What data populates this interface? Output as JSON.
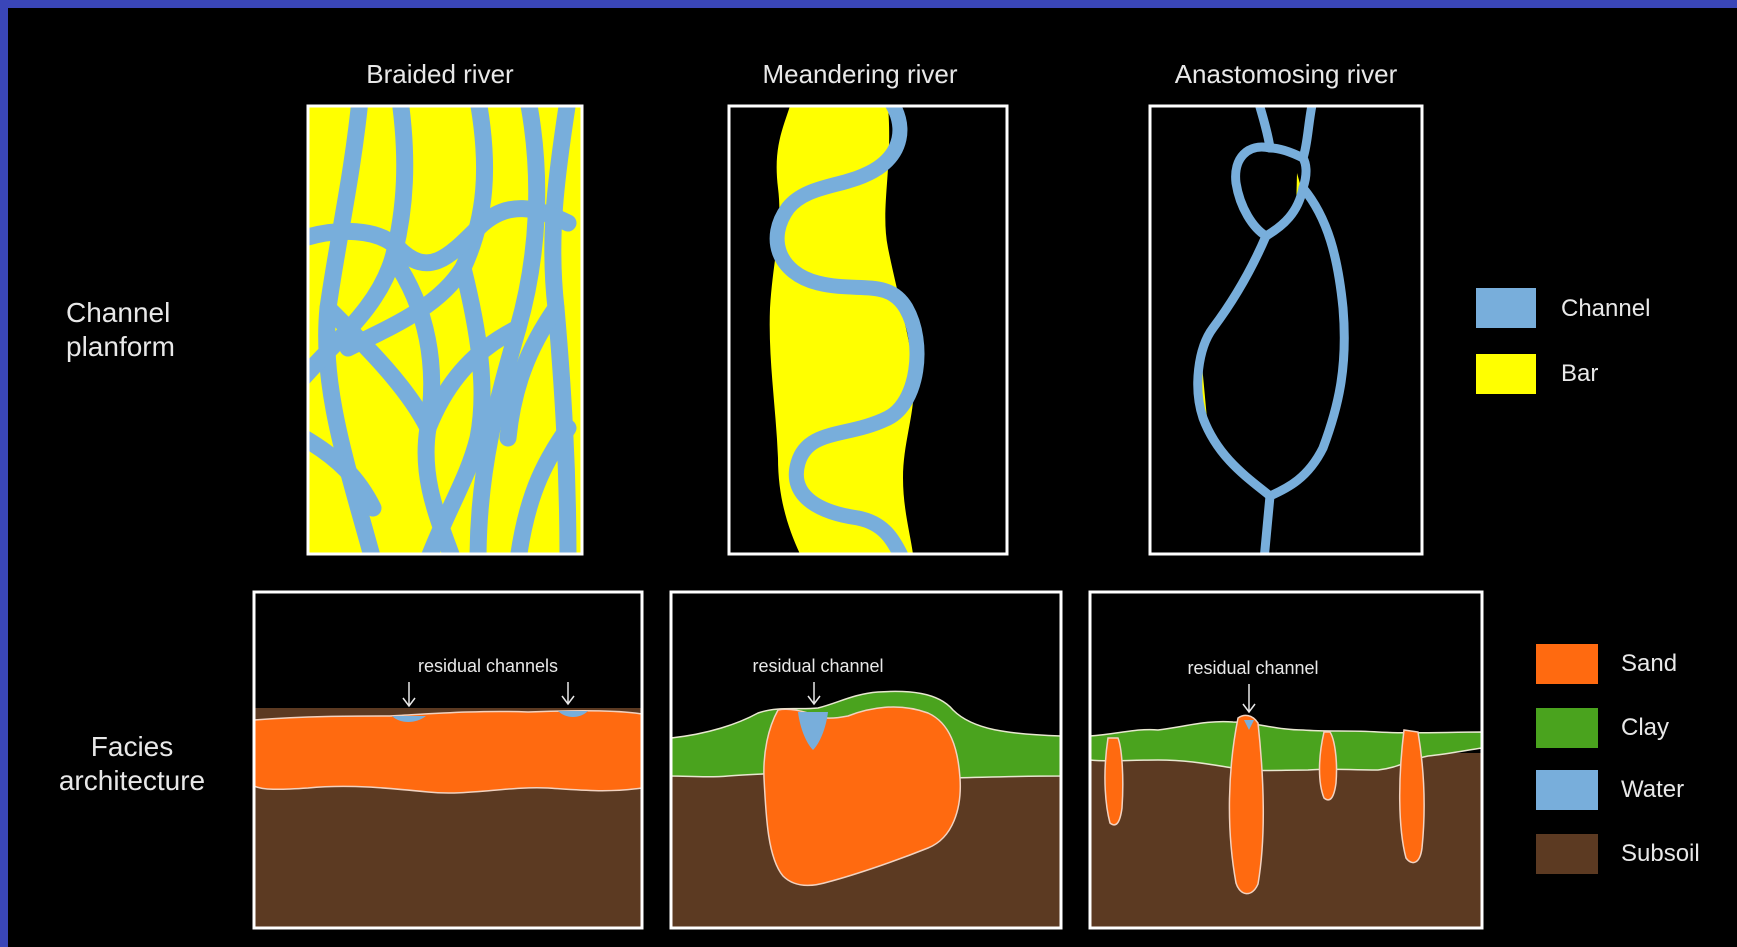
{
  "columns": {
    "braided": "Braided river",
    "meandering": "Meandering river",
    "anastomosing": "Anastomosing river"
  },
  "rows": {
    "planform": [
      "Channel",
      "planform"
    ],
    "facies": [
      "Facies",
      "architecture"
    ]
  },
  "annotations": {
    "braided": "residual channels",
    "meandering": "residual channel",
    "anastomosing": "residual channel"
  },
  "legend_planform": [
    {
      "label": "Channel",
      "color": "#78aedb"
    },
    {
      "label": "Bar",
      "color": "#ffff00"
    }
  ],
  "legend_facies": [
    {
      "label": "Sand",
      "color": "#ff6a10"
    },
    {
      "label": "Clay",
      "color": "#4aa31e"
    },
    {
      "label": "Water",
      "color": "#78aedb"
    },
    {
      "label": "Subsoil",
      "color": "#5c3a22"
    }
  ],
  "colors": {
    "background": "#000000",
    "frame": "#3a46b8",
    "channel": "#78aedb",
    "bar": "#ffff00",
    "sand": "#ff6a10",
    "clay": "#4aa31e",
    "water": "#78aedb",
    "subsoil": "#5c3a22"
  }
}
